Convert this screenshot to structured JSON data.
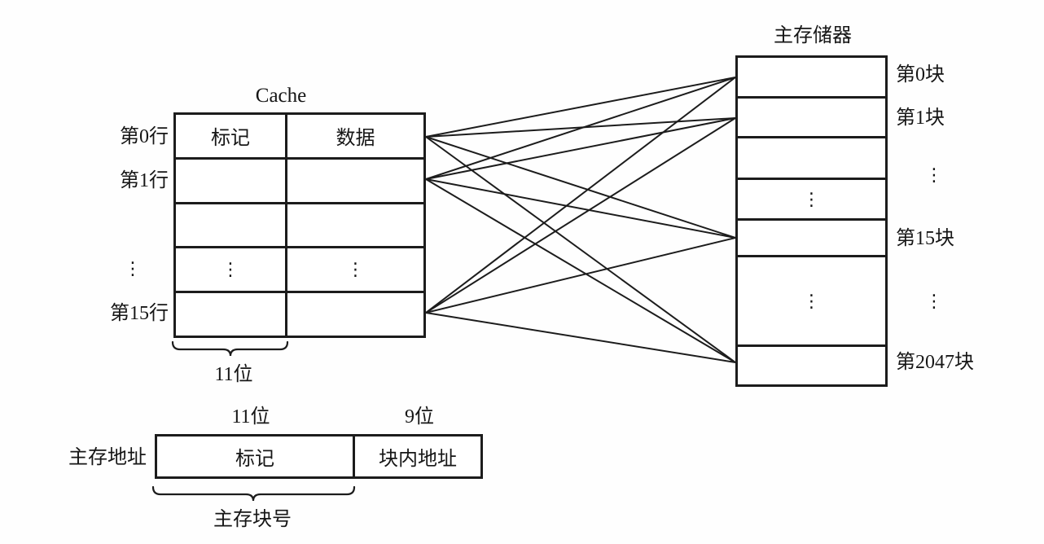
{
  "cache": {
    "title": "Cache",
    "tag_header": "标记",
    "data_header": "数据",
    "dots": "⋮",
    "row_labels": {
      "row0": "第0行",
      "row1": "第1行",
      "dots": "⋮",
      "row15": "第15行"
    },
    "tag_width": "11位"
  },
  "memory": {
    "title": "主存储器",
    "dots": "⋮",
    "block_labels": {
      "block0": "第0块",
      "block1": "第1块",
      "dots_upper": "⋮",
      "block15": "第15块",
      "dots_lower": "⋮",
      "block2047": "第2047块"
    }
  },
  "address": {
    "label": "主存地址",
    "tag_bits": "11位",
    "offset_bits": "9位",
    "tag_field": "标记",
    "offset_field": "块内地址",
    "block_number": "主存块号"
  },
  "colors": {
    "line": "#1c1c1c",
    "background": "#fefefe"
  }
}
